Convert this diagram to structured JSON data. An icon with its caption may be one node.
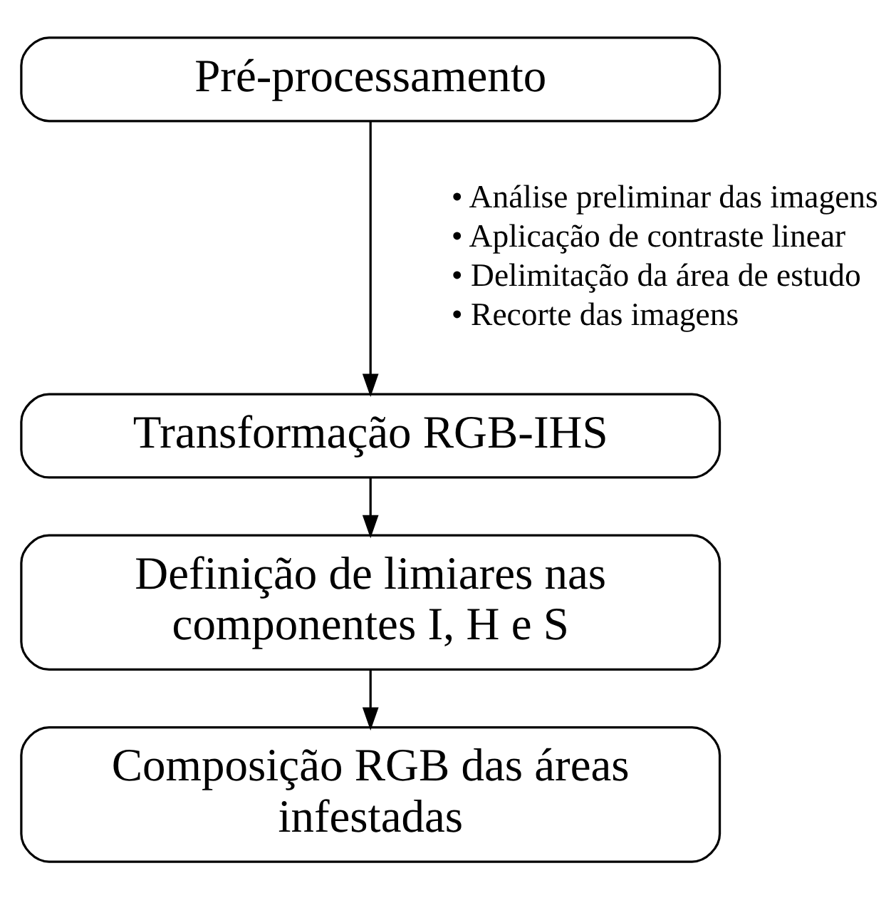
{
  "diagram": {
    "nodes": [
      {
        "text": [
          "Pré-processamento"
        ]
      },
      {
        "text": [
          "Transformação RGB-IHS"
        ]
      },
      {
        "text": [
          "Definição de limiares nas componentes I, H e S"
        ]
      },
      {
        "text": [
          "Composição RGB das áreas infestadas"
        ]
      }
    ],
    "edges": [
      {
        "from": 0,
        "to": 1,
        "arrow": "to"
      },
      {
        "from": 1,
        "to": 2,
        "arrow": "to"
      },
      {
        "from": 2,
        "to": 3,
        "arrow": "to"
      }
    ],
    "labels": [
      "• Análise preliminar das imagens",
      "• Aplicação de contraste linear",
      "• Delimitação da área de estudo",
      "• Recorte das imagens"
    ]
  }
}
